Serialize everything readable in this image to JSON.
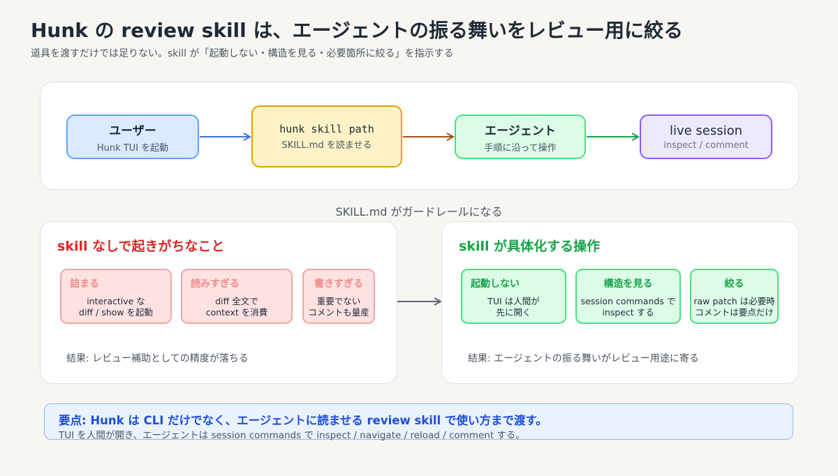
{
  "header": {
    "title": "Hunk の review skill は、エージェントの振る舞いをレビュー用に絞る",
    "subtitle": "道具を渡すだけでは足りない。skill が「起動しない・構造を見る・必要箇所に絞る」を指示する"
  },
  "flow": {
    "nodes": [
      {
        "title": "ユーザー",
        "sub": "Hunk TUI を起動"
      },
      {
        "title": "hunk skill path",
        "sub": "SKILL.md を読ませる"
      },
      {
        "title": "エージェント",
        "sub": "手順に沿って操作"
      },
      {
        "title": "live session",
        "sub": "inspect / comment"
      }
    ],
    "guard_label": "SKILL.md がガードレールになる"
  },
  "without_skill": {
    "title": "skill なしで起きがちなこと",
    "cards": [
      {
        "title": "詰まる",
        "lines": [
          "interactive な",
          "diff / show を起動"
        ]
      },
      {
        "title": "読みすぎる",
        "lines": [
          "diff 全文で",
          "context を消費"
        ]
      },
      {
        "title": "書きすぎる",
        "lines": [
          "重要でない",
          "コメントも量産"
        ]
      }
    ],
    "result": "結果: レビュー補助としての精度が落ちる"
  },
  "with_skill": {
    "title": "skill が具体化する操作",
    "cards": [
      {
        "title": "起動しない",
        "lines": [
          "TUI は人間が",
          "先に開く"
        ]
      },
      {
        "title": "構造を見る",
        "lines": [
          "session commands で",
          "inspect する"
        ]
      },
      {
        "title": "絞る",
        "lines": [
          "raw patch は必要時",
          "コメントは要点だけ"
        ]
      }
    ],
    "result": "結果: エージェントの振る舞いがレビュー用途に寄る"
  },
  "summary": {
    "headline": "要点: Hunk は CLI だけでなく、エージェントに読ませる review skill で使い方まで渡す。",
    "detail": "TUI を人間が開き、エージェントは session commands で inspect / navigate / reload / comment する。"
  },
  "colors": {
    "user_arrow": "#3b6fd6",
    "skill_arrow": "#a0521c",
    "agent_arrow": "#16a34a",
    "center_arrow": "#5b6472"
  }
}
